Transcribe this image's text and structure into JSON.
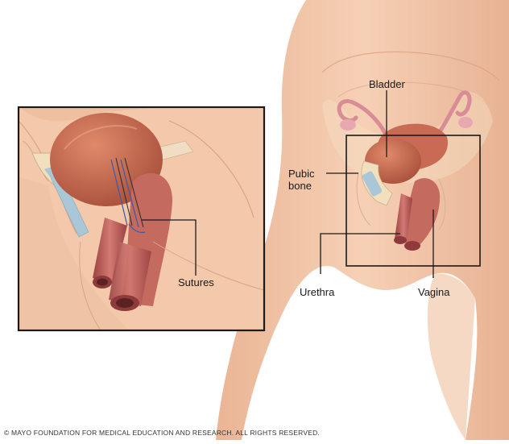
{
  "labels": {
    "bladder": "Bladder",
    "pubic_bone_line1": "Pubic",
    "pubic_bone_line2": "bone",
    "urethra": "Urethra",
    "vagina": "Vagina",
    "sutures": "Sutures"
  },
  "copyright": "© MAYO FOUNDATION FOR MEDICAL EDUCATION AND RESEARCH. ALL RIGHTS RESERVED.",
  "colors": {
    "skin": "#f3c9ad",
    "skin_shadow": "#e7ad8d",
    "bladder": "#c8674d",
    "vagina": "#c46a5e",
    "urethra": "#b14f4c",
    "bone": "#f4e1c0",
    "cartilage": "#a9c7d6",
    "tube": "#e39aa2",
    "outline": "#1a1a1a"
  }
}
